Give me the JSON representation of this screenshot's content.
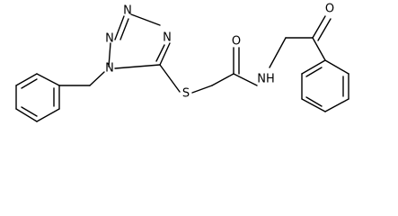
{
  "molecule": {
    "atoms": {
      "n_top": "N",
      "n_upper_left": "N",
      "n_lower_left": "N",
      "n_right": "N",
      "sulfur": "S",
      "amide_oxygen": "O",
      "amide_nh": "NH",
      "ketone_oxygen": "O"
    }
  }
}
